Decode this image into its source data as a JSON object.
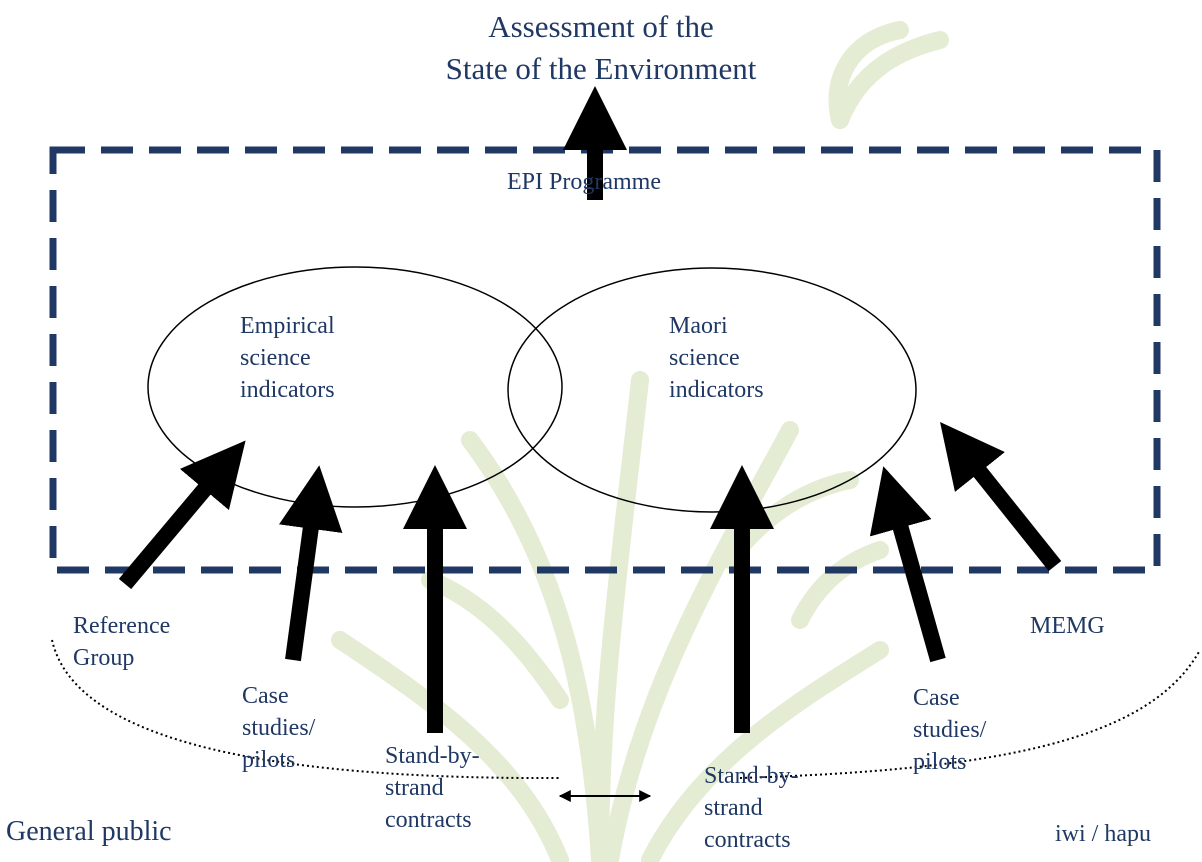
{
  "title": {
    "line1": "Assessment of the",
    "line2": "State of the Environment"
  },
  "programme_label": "EPI Programme",
  "circles": {
    "empirical": "Empirical\nscience\nindicators",
    "maori": "Maori\nscience\nindicators"
  },
  "inputs": {
    "reference_group": "Reference\nGroup",
    "case_studies_left": "Case\nstudies/\npilots",
    "stand_by_strand_left": "Stand-by-\nstrand\ncontracts",
    "stand_by_strand_right": "Stand-by-\nstrand\ncontracts",
    "case_studies_right": "Case\nstudies/\npilots",
    "memg": "MEMG"
  },
  "audiences": {
    "general_public": "General public",
    "iwi_hapu": "iwi / hapu"
  },
  "colors": {
    "text": "#1f3864",
    "dashed_border": "#1f3864",
    "arrows": "#000000",
    "watermark": "#c9d8b0"
  }
}
